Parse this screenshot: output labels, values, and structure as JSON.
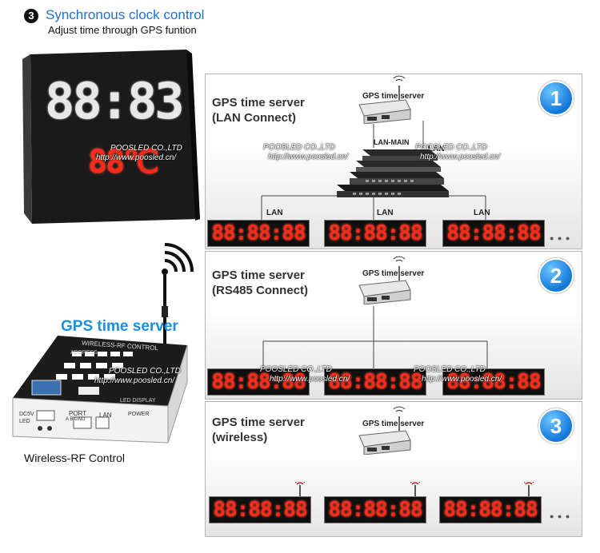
{
  "header": {
    "number": "3",
    "title": "Synchronous clock control",
    "subtitle": "Adjust time through GPS funtion"
  },
  "left": {
    "clock_time": "88:83",
    "clock_temp": "88℃",
    "gps_label": "GPS time server",
    "rf_caption": "Wireless-RF Control",
    "device_panel_title": "WIRELESS-RF CONTROL",
    "device_address": "ADDRESS",
    "device_port": "PORT",
    "device_lan": "LAN",
    "device_power": "POWER",
    "device_led_display": "LED DISPLAY",
    "device_dc5v": "DC5V",
    "device_led": "LED",
    "device_pins": "A  B  GND"
  },
  "watermark": {
    "company": "POOSLED CO.,LTD",
    "url": "http://www.poosled.cn/"
  },
  "panels": [
    {
      "badge": "1",
      "title_line1": "GPS time server",
      "title_line2": "(LAN Connect)",
      "server_label": "GPS time server",
      "switch_label": "LAN-MAIN",
      "lan_top": "LAN",
      "lan_labels": [
        "LAN",
        "LAN",
        "LAN"
      ],
      "displays": [
        "88:88:88",
        "88:88:88",
        "88:88:88"
      ],
      "dots": "● ● ●"
    },
    {
      "badge": "2",
      "title_line1": "GPS time server",
      "title_line2": "(RS485 Connect)",
      "server_label": "GPS time server",
      "displays": [
        "88:88:88",
        "88:88:88",
        "88:88:88"
      ]
    },
    {
      "badge": "3",
      "title_line1": "GPS time server",
      "title_line2": "(wireless)",
      "server_label": "GPS time server",
      "displays": [
        "88:88:88",
        "88:88:88",
        "88:88:88"
      ],
      "dots": "● ● ●"
    }
  ]
}
